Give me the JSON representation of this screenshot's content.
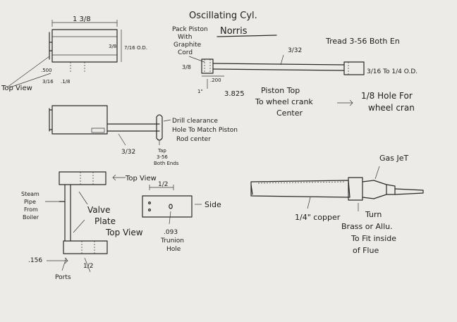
{
  "title_line1": "Oscillating Cyl.",
  "title_line2": "Norris",
  "top_left": {
    "dim_length": "1 3/8",
    "dim_od": "7/16 O.D.",
    "dim_right": "3/8",
    "dim_small_a": ".500",
    "dim_small_b": "3/16",
    "dim_small_c": ".1/8",
    "top_view": "Top View"
  },
  "rod_assembly": {
    "pack_piston": "Pack Piston",
    "with": "With",
    "graphite": "Graphite",
    "cord": "Cord",
    "thread_note": "Tread 3-56 Both En",
    "dim_332": "3/32",
    "dim_38": "3/8",
    "dim_200": ".200",
    "dim_1": "1\"",
    "dim_3825": "3.825",
    "rod_od": "3/16 To 1/4 O.D.",
    "piston_top": "Piston Top",
    "to_wheel": "To wheel crank",
    "center": "Center",
    "hole_line1": "1/8 Hole For",
    "hole_line2": "wheel cran"
  },
  "mid_cylinder": {
    "drill1": "Drill clearance",
    "drill2": "Hole To Match Piston",
    "drill3": "Rod center",
    "tap1": "Tap",
    "tap2": "3-56",
    "tap3": "Both Ends",
    "dim_332": "3/32"
  },
  "valve": {
    "top_view": "Top View",
    "steam_pipe": [
      "Steam",
      "Pipe",
      "From",
      "Boiler"
    ],
    "valve_label": [
      "Valve",
      "Plate",
      "Top View"
    ],
    "dim_half": "1/2",
    "side": "Side",
    "trunion": [
      ".093",
      "Trunion",
      "Hole"
    ],
    "dim_156": ".156",
    "dim_half_b": "1/2",
    "ports": "Ports"
  },
  "burner": {
    "gas_jet": "Gas JeT",
    "copper": "1/4\" copper",
    "turn": [
      "Turn",
      "Brass or Allu.",
      "To Fit inside",
      "of Flue"
    ]
  },
  "colors": {
    "paper": "#ecebe7",
    "ink": "#2a2a2a"
  }
}
